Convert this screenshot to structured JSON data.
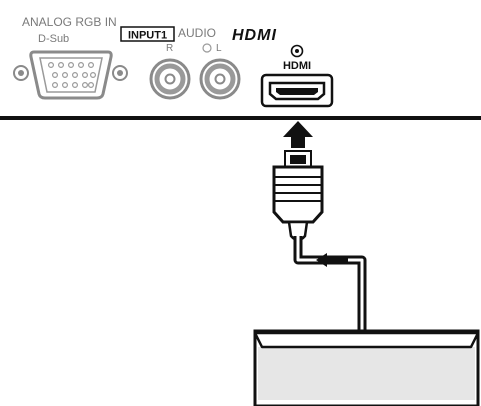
{
  "panel": {
    "analog_label": "ANALOG RGB IN",
    "dsub_label": "D-Sub",
    "input_label": "INPUT1",
    "audio_label": "AUDIO",
    "audio_r": "R",
    "audio_l": "L",
    "hdmi_logo": "HDMI",
    "hdmi_port_label": "HDMI"
  },
  "colors": {
    "panel_border": "#111111",
    "line": "#1a1a1a",
    "shade": "#d4d4d4",
    "device_fill": "#e6e6e6"
  }
}
